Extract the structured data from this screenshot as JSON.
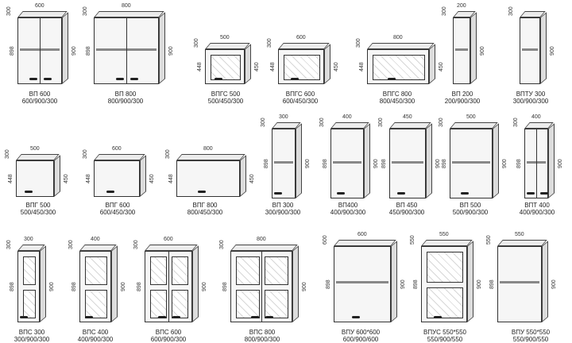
{
  "cabinets": [
    {
      "name": "ВП 600",
      "size": "600/900/300",
      "w": "600",
      "h": "900",
      "hi": "898",
      "d": "300",
      "type": "double"
    },
    {
      "name": "ВП 800",
      "size": "800/900/300",
      "w": "800",
      "h": "900",
      "hi": "898",
      "d": "300",
      "type": "double"
    },
    {
      "name": "ВПГС 500",
      "size": "500/450/300",
      "w": "500",
      "h": "450",
      "hi": "448",
      "d": "300",
      "type": "glass-low"
    },
    {
      "name": "ВПГС 600",
      "size": "600/450/300",
      "w": "600",
      "h": "450",
      "hi": "448",
      "d": "300",
      "type": "glass-low"
    },
    {
      "name": "ВПГС 800",
      "size": "800/450/300",
      "w": "800",
      "h": "450",
      "hi": "448",
      "d": "300",
      "type": "glass-low"
    },
    {
      "name": "ВП 200",
      "size": "200/900/300",
      "w": "200",
      "h": "900",
      "hi": "",
      "d": "300",
      "type": "open"
    },
    {
      "name": "ВПТУ 300",
      "size": "300/900/300",
      "w": "",
      "h": "900",
      "hi": "",
      "d": "300",
      "type": "open"
    },
    {
      "name": "ВПГ 500",
      "size": "500/450/300",
      "w": "500",
      "h": "450",
      "hi": "448",
      "d": "300",
      "type": "low"
    },
    {
      "name": "ВПГ 600",
      "size": "600/450/300",
      "w": "600",
      "h": "450",
      "hi": "448",
      "d": "300",
      "type": "low"
    },
    {
      "name": "ВПГ 800",
      "size": "800/450/300",
      "w": "800",
      "h": "450",
      "hi": "448",
      "d": "300",
      "type": "low"
    },
    {
      "name": "ВП 300",
      "size": "300/900/300",
      "w": "300",
      "h": "900",
      "hi": "898",
      "d": "300",
      "type": "single"
    },
    {
      "name": "ВП400",
      "size": "400/900/300",
      "w": "400",
      "h": "900",
      "hi": "898",
      "d": "300",
      "type": "single"
    },
    {
      "name": "ВП 450",
      "size": "450/900/300",
      "w": "450",
      "h": "900",
      "hi": "898",
      "d": "300",
      "type": "single"
    },
    {
      "name": "ВП 500",
      "size": "500/900/300",
      "w": "500",
      "h": "900",
      "hi": "898",
      "d": "300",
      "type": "single"
    },
    {
      "name": "ВПТ 400",
      "size": "400/900/300",
      "w": "400",
      "h": "900",
      "hi": "898",
      "d": "300",
      "type": "double"
    },
    {
      "name": "ВПС 300",
      "size": "300/900/300",
      "w": "300",
      "h": "900",
      "hi": "898",
      "d": "300",
      "type": "glass-single"
    },
    {
      "name": "ВПС 400",
      "size": "400/900/300",
      "w": "400",
      "h": "900",
      "hi": "898",
      "d": "300",
      "type": "glass-single"
    },
    {
      "name": "ВПС 600",
      "size": "600/900/300",
      "w": "600",
      "h": "900",
      "hi": "898",
      "d": "300",
      "type": "glass-double"
    },
    {
      "name": "ВПС 800",
      "size": "800/900/300",
      "w": "800",
      "h": "900",
      "hi": "898",
      "d": "300",
      "type": "glass-double"
    },
    {
      "name": "ВПУ 600*600",
      "size": "600/900/600",
      "w": "600",
      "h": "900",
      "hi": "898",
      "d": "600",
      "type": "corner"
    },
    {
      "name": "ВПУС 550*550",
      "size": "550/900/550",
      "w": "550",
      "h": "900",
      "hi": "898",
      "d": "550",
      "type": "corner-glass"
    },
    {
      "name": "ВПУ 550*550",
      "size": "550/900/550",
      "w": "550",
      "h": "900",
      "hi": "898",
      "d": "550",
      "type": "corner-open"
    }
  ]
}
